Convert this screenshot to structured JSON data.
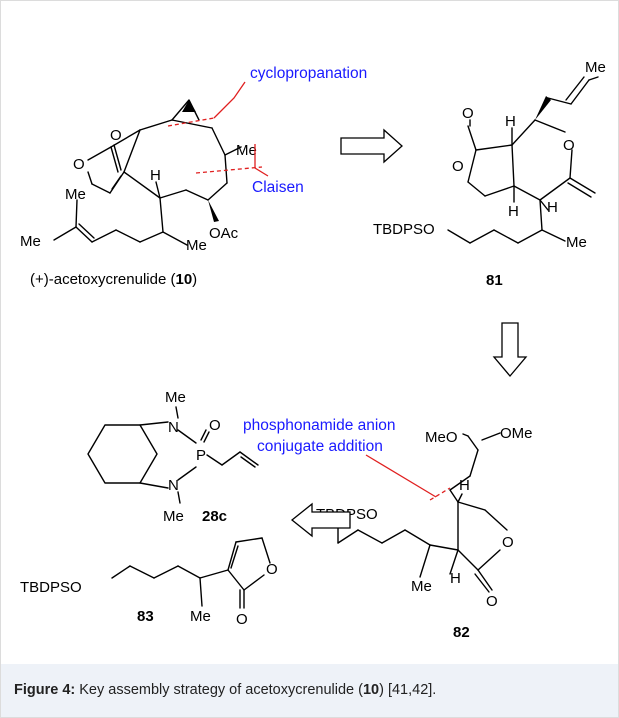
{
  "annotations": {
    "cyclopropanation": "cyclopropanation",
    "claisen": "Claisen",
    "phosphonamide_line1": "phosphonamide anion",
    "phosphonamide_line2": "conjugate addition"
  },
  "compound10": {
    "name_prefix": "(+)-acetoxycrenulide (",
    "number": "10",
    "name_suffix": ")",
    "atoms": {
      "o_carbonyl": "O",
      "o_ring": "O",
      "me_top": "Me",
      "h": "H",
      "oac": "OAc",
      "me_mid": "Me",
      "me_left1": "Me",
      "me_left2": "Me"
    }
  },
  "compound81": {
    "number": "81",
    "atoms": {
      "me_top": "Me",
      "o_carbonyl": "O",
      "h_top": "H",
      "o_ring": "O",
      "o_pyran": "O",
      "h_bottom": "H",
      "h_right": "H",
      "tbdpso": "TBDPSO",
      "me": "Me"
    }
  },
  "compound28c": {
    "number": "28c",
    "atoms": {
      "me_top": "Me",
      "n_top": "N",
      "o": "O",
      "p": "P",
      "n_bottom": "N",
      "me_bottom": "Me"
    }
  },
  "compound82": {
    "number": "82",
    "atoms": {
      "meo": "MeO",
      "ome": "OMe",
      "h_top": "H",
      "tbdpso": "TBDPSO",
      "o_ring": "O",
      "h_bottom": "H",
      "me": "Me",
      "o_carbonyl": "O"
    }
  },
  "compound83": {
    "number": "83",
    "atoms": {
      "tbdpso": "TBDPSO",
      "o_ring": "O",
      "me": "Me",
      "o_carbonyl": "O"
    }
  },
  "caption": {
    "label": "Figure 4:",
    "text_before": " Key assembly strategy of acetoxycrenulide (",
    "number": "10",
    "text_after": ") [41,42]."
  },
  "colors": {
    "annotation_text": "#1a1aff",
    "annotation_line": "#e02020",
    "bond": "#000000",
    "caption_bg": "#eef2f8"
  }
}
